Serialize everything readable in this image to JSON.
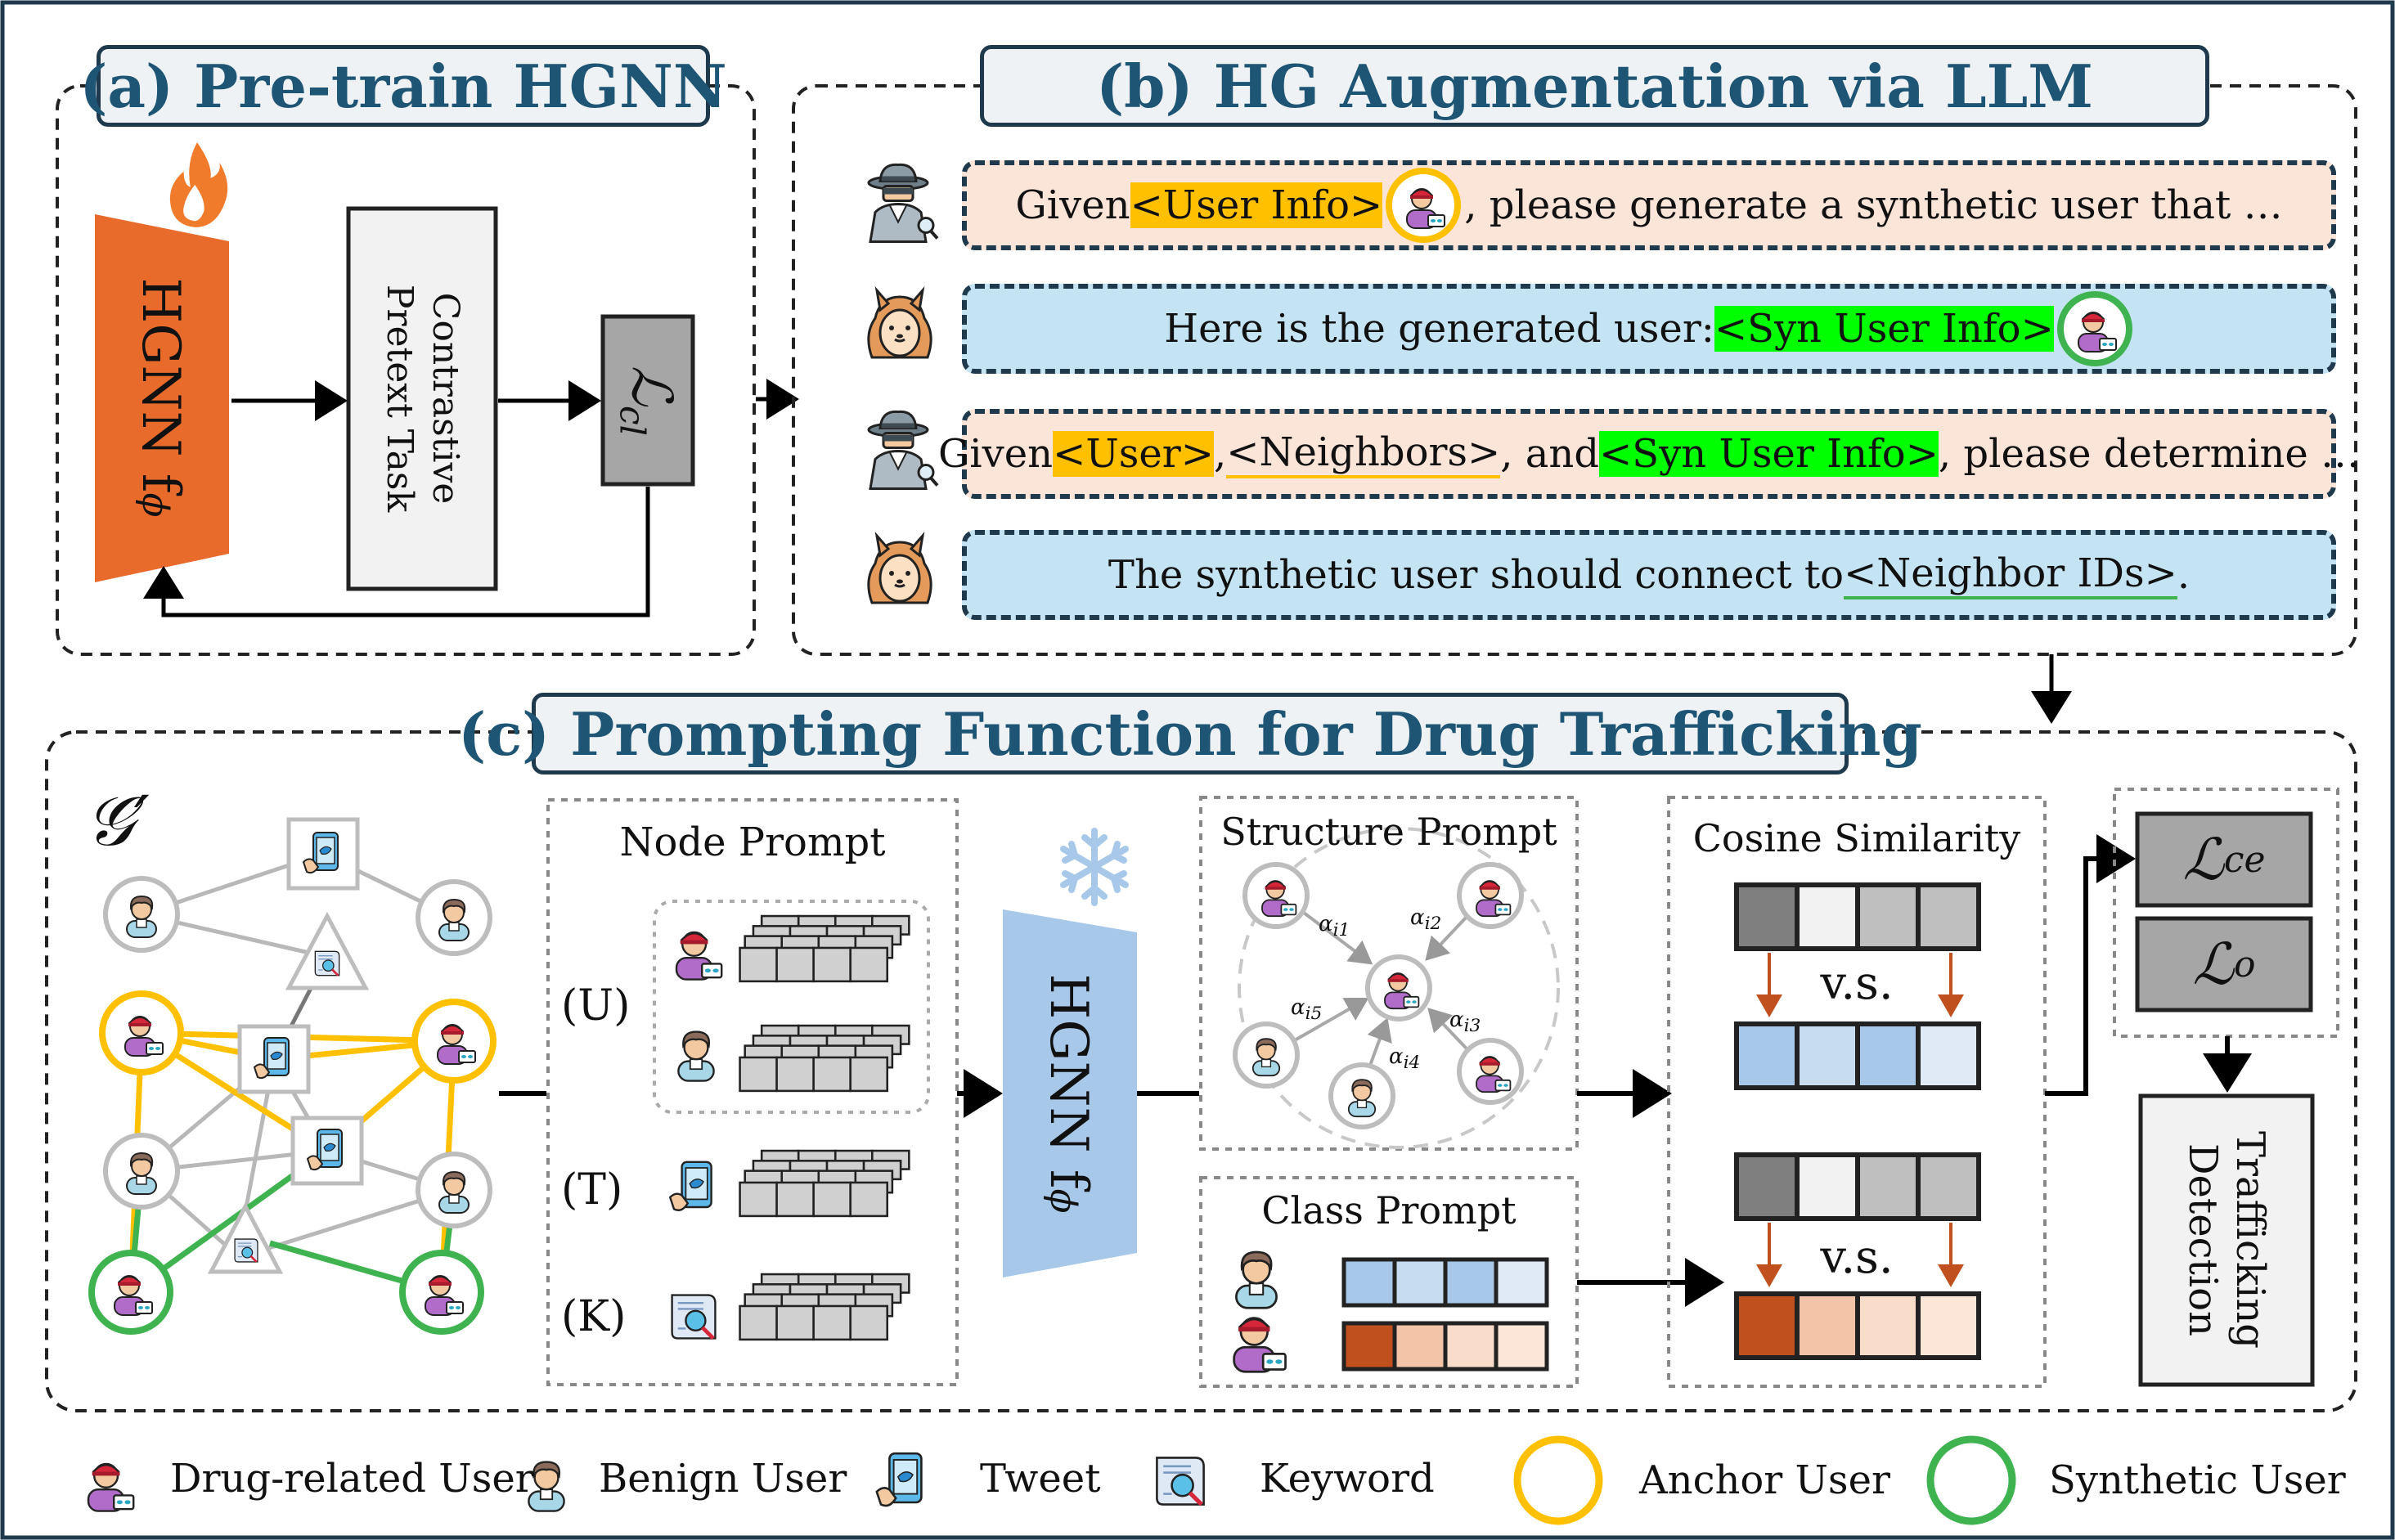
{
  "panel_a": {
    "title": "(a) Pre-train HGNN",
    "hgnn_label": "HGNN f",
    "hgnn_sub": "ϕ",
    "pretext_label_1": "Contrastive",
    "pretext_label_2": "Pretext Task",
    "loss_label": "ℒ",
    "loss_sub": "cl"
  },
  "panel_b": {
    "title": "(b) HG Augmentation via LLM",
    "msg1": {
      "pre": "Given ",
      "hl": "<User Info>",
      "post": ", please generate a synthetic user that …"
    },
    "msg2": {
      "pre": "Here is the generated user: ",
      "hl": "<Syn User Info>"
    },
    "msg3": {
      "pre": "Given ",
      "hl1": "<User>",
      "mid1": ", ",
      "ul": "<Neighbors>",
      "mid2": ", and ",
      "hl2": "<Syn User Info>",
      "post": ", please determine …"
    },
    "msg4": {
      "pre": "The synthetic user should connect to ",
      "ul": "<Neighbor IDs>",
      "post": "."
    }
  },
  "panel_c": {
    "title": "(c) Prompting Function for Drug Trafficking",
    "graph_label": "𝒢′",
    "node_prompt_title": "Node Prompt",
    "node_rows": [
      "(U)",
      "(T)",
      "(K)"
    ],
    "hgnn_label": "HGNN f",
    "hgnn_sub": "ϕ",
    "structure_prompt_title": "Structure Prompt",
    "alpha_labels": [
      "α",
      "α",
      "α",
      "α"
    ],
    "alpha_subs": [
      "i1",
      "i2",
      "i5",
      "i3",
      "i4"
    ],
    "class_prompt_title": "Class Prompt",
    "cosine_title": "Cosine Similarity",
    "vs_label": "v.s.",
    "loss_ce": "ℒ",
    "loss_ce_sub": "ce",
    "loss_o": "ℒ",
    "loss_o_sub": "o",
    "detection_1": "Trafficking",
    "detection_2": "Detection"
  },
  "legend": {
    "drug_user": "Drug-related User",
    "benign_user": "Benign User",
    "tweet": "Tweet",
    "keyword": "Keyword",
    "anchor_user": "Anchor User",
    "synthetic_user": "Synthetic User"
  },
  "colors": {
    "title_text": "#1f5574",
    "hgnn_orange": "#e86b2c",
    "hgnn_blue": "#a8c8ea",
    "anchor": "#ffc000",
    "synthetic": "#3fb34f",
    "user_msg": "#fbe4d8",
    "llm_msg": "#c5e4f3"
  }
}
